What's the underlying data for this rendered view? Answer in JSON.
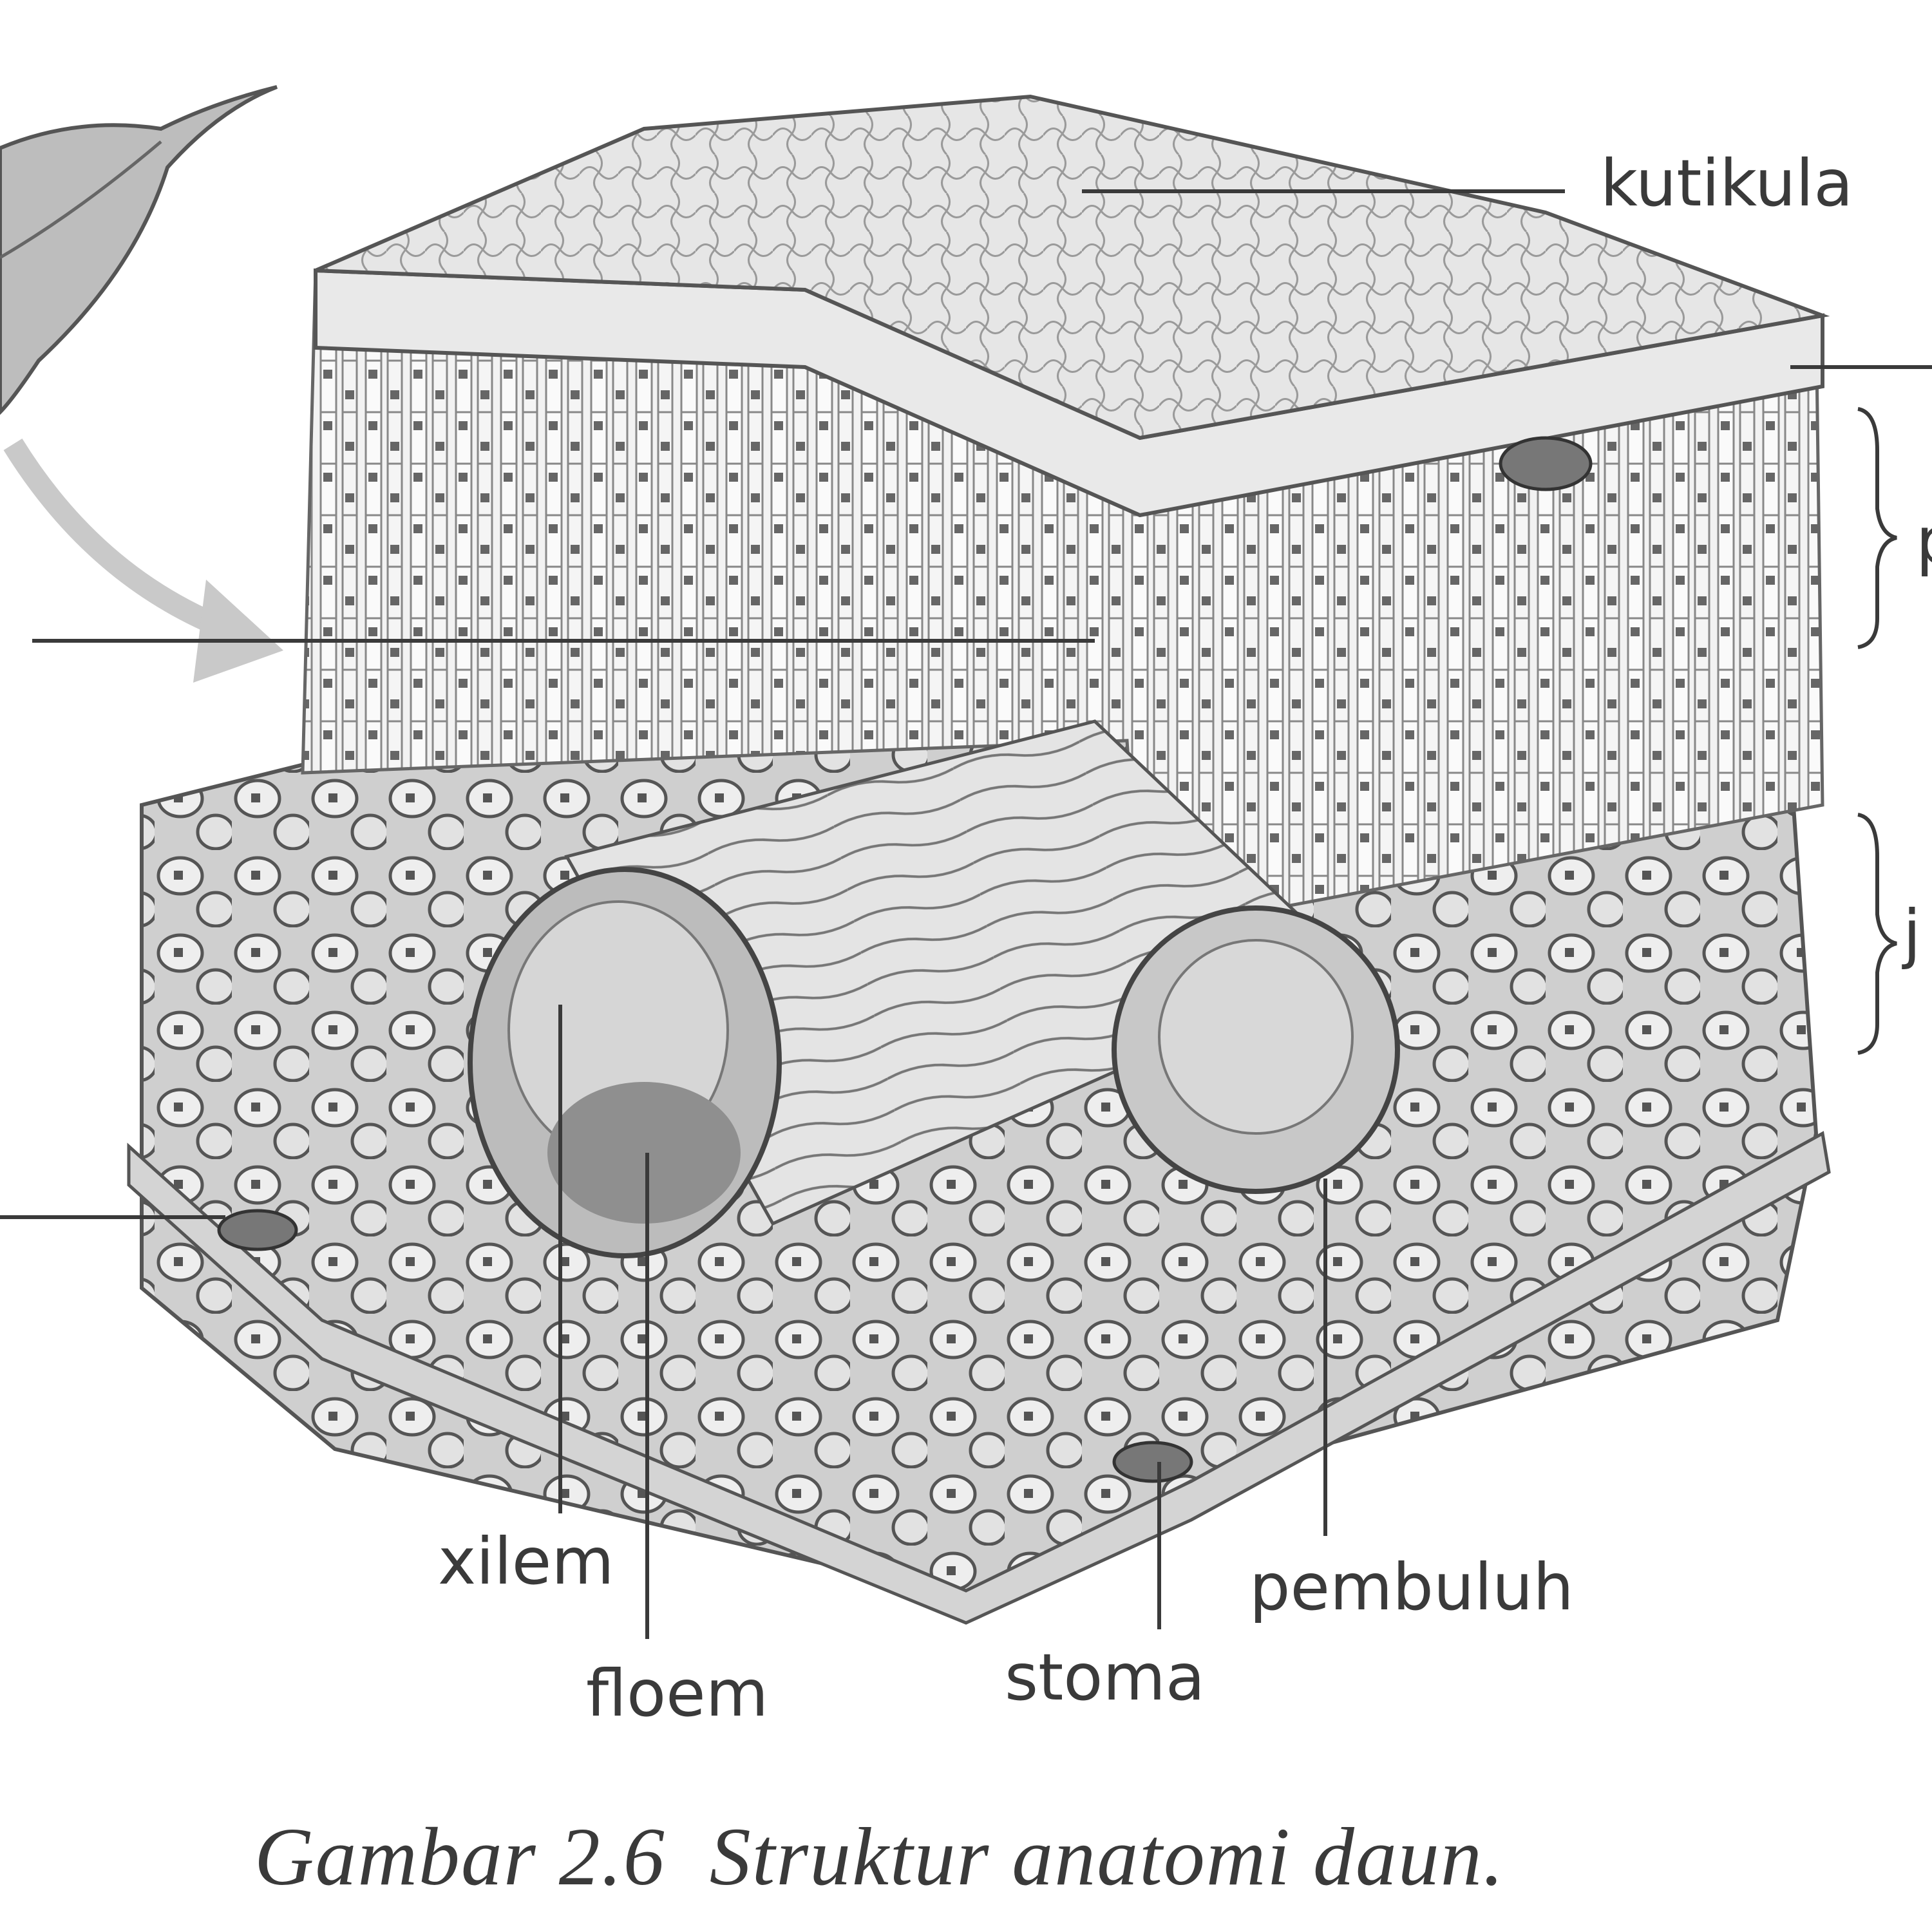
{
  "labels": {
    "kutikula": "kutikula",
    "palisade_partial": "p",
    "spons_partial": "j",
    "xilem": "xilem",
    "floem": "floem",
    "stoma": "stoma",
    "pembuluh": "pembuluh"
  },
  "caption": "Gambar 2.6  Struktur anatomi daun.",
  "colors": {
    "ink": "#3a3a3a",
    "shade": "#8a8a8a",
    "light": "#d9d9d9"
  }
}
